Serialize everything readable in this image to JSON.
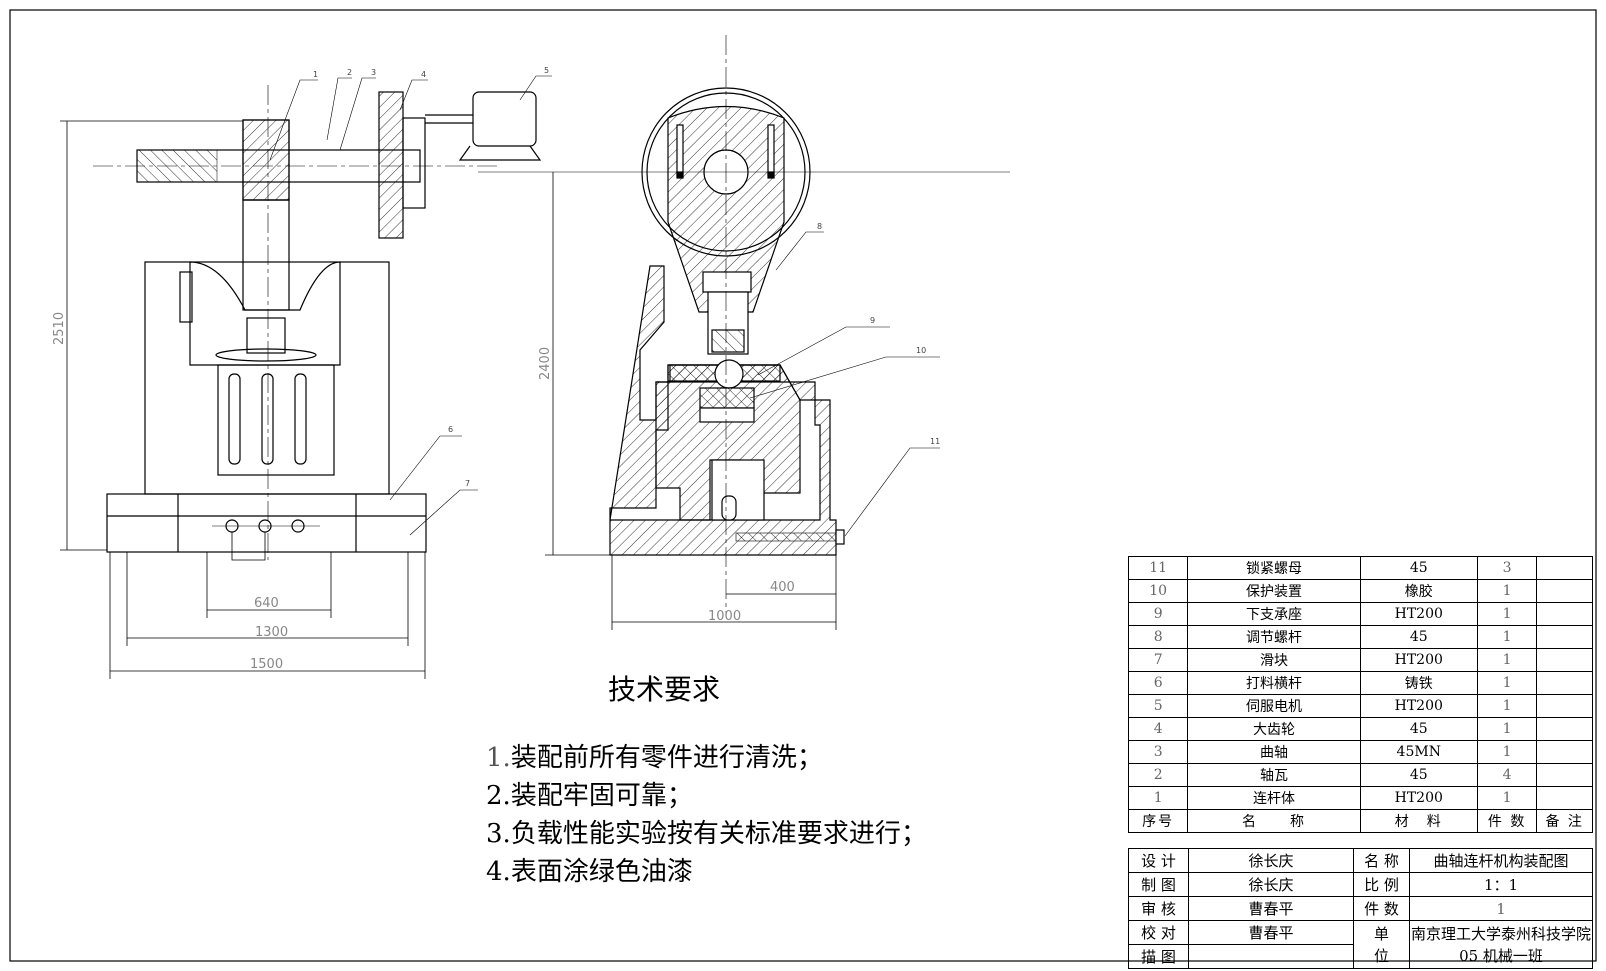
{
  "dimensions": {
    "d2510": "2510",
    "d2400": "2400",
    "d640": "640",
    "d1300": "1300",
    "d1500": "1500",
    "d400": "400",
    "d1000": "1000"
  },
  "leaders": [
    "1",
    "2",
    "3",
    "4",
    "5",
    "6",
    "7",
    "8",
    "9",
    "10",
    "11"
  ],
  "tech": {
    "title": "技术要求",
    "items": [
      {
        "num": "1.",
        "text": "装配前所有零件进行清洗；"
      },
      {
        "num": "2.",
        "text": "装配牢固可靠；"
      },
      {
        "num": "3.",
        "text": "负载性能实验按有关标准要求进行；"
      },
      {
        "num": "4.",
        "text": "表面涂绿色油漆"
      }
    ]
  },
  "bom": {
    "rows": [
      {
        "seq": "11",
        "name": "锁紧螺母",
        "material": "45",
        "qty": "3",
        "remark": ""
      },
      {
        "seq": "10",
        "name": "保护装置",
        "material": "橡胶",
        "qty": "1",
        "remark": ""
      },
      {
        "seq": "9",
        "name": "下支承座",
        "material": "HT200",
        "qty": "1",
        "remark": ""
      },
      {
        "seq": "8",
        "name": "调节螺杆",
        "material": "45",
        "qty": "1",
        "remark": ""
      },
      {
        "seq": "7",
        "name": "滑块",
        "material": "HT200",
        "qty": "1",
        "remark": ""
      },
      {
        "seq": "6",
        "name": "打料横杆",
        "material": "铸铁",
        "qty": "1",
        "remark": ""
      },
      {
        "seq": "5",
        "name": "伺服电机",
        "material": "HT200",
        "qty": "1",
        "remark": ""
      },
      {
        "seq": "4",
        "name": "大齿轮",
        "material": "45",
        "qty": "1",
        "remark": ""
      },
      {
        "seq": "3",
        "name": "曲轴",
        "material": "45MN",
        "qty": "1",
        "remark": ""
      },
      {
        "seq": "2",
        "name": "轴瓦",
        "material": "45",
        "qty": "4",
        "remark": ""
      },
      {
        "seq": "1",
        "name": "连杆体",
        "material": "HT200",
        "qty": "1",
        "remark": ""
      }
    ],
    "header": {
      "seq": "序号",
      "name": "名　　称",
      "material": "材　料",
      "qty": "件 数",
      "remark": "备 注"
    }
  },
  "title_block": {
    "design_label": "设 计",
    "design_value": "徐长庆",
    "draw_label": "制 图",
    "draw_value": "徐长庆",
    "review_label": "审 核",
    "review_value": "曹春平",
    "check_label": "校 对",
    "check_value": "曹春平",
    "trace_label": "描 图",
    "trace_value": "",
    "name_label": "名 称",
    "name_value": "曲轴连杆机构装配图",
    "scale_label": "比 例",
    "scale_value": "1：1",
    "count_label": "件 数",
    "count_value": "1",
    "unit_label": "单\n位",
    "unit_value_1": "南京理工大学泰州科技学院",
    "unit_value_2": "05 机械一班"
  }
}
